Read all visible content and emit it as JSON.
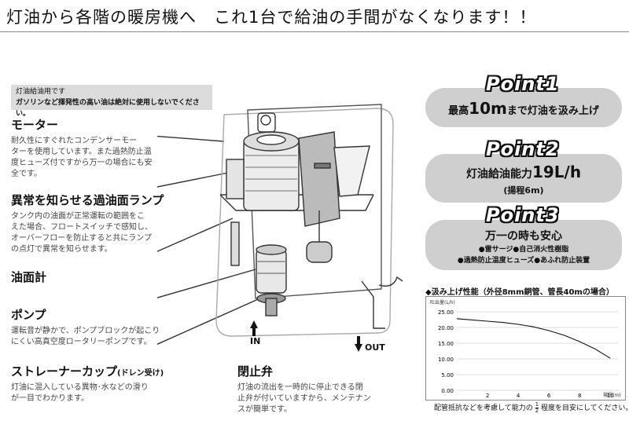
{
  "headline": "灯油から各階の暖房機へ　これ1台で給油の手間がなくなります！！",
  "notice": {
    "line1": "灯油給油用です",
    "line2": "ガソリンなど揮発性の高い油は絶対に使用しないでください。"
  },
  "sections": [
    {
      "title": "モーター",
      "lines": [
        "耐久性にすぐれたコンデンサーモー",
        "ターを使用しています。また過熱防止温",
        "度ヒューズ付ですから万一の場合にも安",
        "全です。"
      ]
    },
    {
      "title": "異常を知らせる過油面ランプ",
      "lines": [
        "タンク内の油面が正常運転の範囲をこ",
        "えた場合、フロートスイッチで感知し、",
        "オーバーフローを防止すると共にランプ",
        "の点灯で異常を知らせます。"
      ]
    },
    {
      "title": "油面計",
      "lines": []
    },
    {
      "title": "ポンプ",
      "lines": [
        "運転音が静かで、ポンプブロックが起こり",
        "にくい高真空度ロータリーポンプです。"
      ]
    },
    {
      "title": "ストレーナーカップ",
      "title_small": "(ドレン受け)",
      "lines": [
        "灯油に混入している異物･水などの滑り",
        "が一目でわかります。"
      ]
    },
    {
      "title": "閉止弁",
      "lines": [
        "灯油の流出を一時的に停止できる閉",
        "止弁が付いていますから、メンテナン",
        "スが簡単です。"
      ]
    }
  ],
  "labels": {
    "in": "IN",
    "out": "OUT"
  },
  "points": [
    {
      "badge": "Point1",
      "line1_pre": "最高",
      "line1_big": "10m",
      "line1_post": "まで灯油を汲み上げ",
      "line2": ""
    },
    {
      "badge": "Point2",
      "line1_pre": "灯油給油能力",
      "line1_big": "19L/h",
      "line1_post": "",
      "line2": "(揚程6m)"
    },
    {
      "badge": "Point3",
      "line1_pre": "万一の時も安心",
      "line1_big": "",
      "line1_post": "",
      "line2": "●雷サージ●自己消火性樹脂",
      "line3": "●過熱防止温度ヒューズ●あふれ防止装置"
    }
  ],
  "chart_title": "◆汲み上げ性能（外径8mm銅管、管長40mの場合）",
  "chart_note_pre": "配管抵抗などを考慮して能力の",
  "chart_note_frac_num": "1",
  "chart_note_frac_den": "2",
  "chart_note_post": "程度を目安にしてください。",
  "chart_data": {
    "type": "line",
    "ylabel": "吐出量(L/h)",
    "xlabel": "揚程(m)",
    "xlim": [
      0,
      10.5
    ],
    "ylim": [
      0,
      25
    ],
    "xticks": [
      "2",
      "4",
      "6",
      "8",
      "10"
    ],
    "yticks": [
      "0.00",
      "5.00",
      "10.00",
      "15.00",
      "20.00",
      "25.00"
    ],
    "grid": true,
    "series": [
      {
        "x": [
          0,
          1,
          2,
          3,
          4,
          5,
          6,
          7,
          8,
          9,
          10
        ],
        "values": [
          22.8,
          22.4,
          22.0,
          21.6,
          21.0,
          20.2,
          19.0,
          17.5,
          15.5,
          13.2,
          10.2
        ]
      }
    ]
  },
  "colors": {
    "pill": "#cfcfcf",
    "notice": "#dcdcdc",
    "line": "#111111"
  }
}
